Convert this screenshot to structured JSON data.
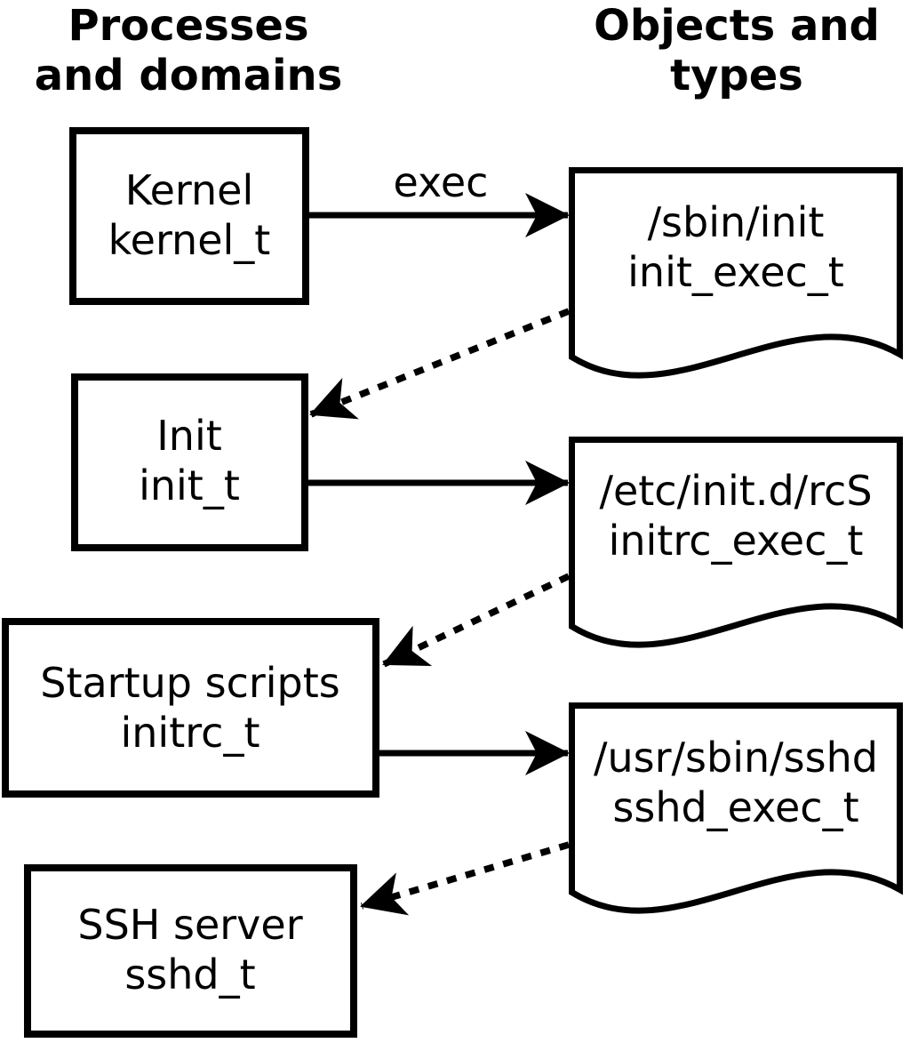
{
  "columns": {
    "left": {
      "heading_line1": "Processes",
      "heading_line2": "and domains"
    },
    "right": {
      "heading_line1": "Objects and",
      "heading_line2": "types"
    }
  },
  "processes": [
    {
      "label": "Kernel",
      "domain": "kernel_t"
    },
    {
      "label": "Init",
      "domain": "init_t"
    },
    {
      "label": "Startup scripts",
      "domain": "initrc_t"
    },
    {
      "label": "SSH server",
      "domain": "sshd_t"
    }
  ],
  "objects": [
    {
      "path": "/sbin/init",
      "type": "init_exec_t"
    },
    {
      "path": "/etc/init.d/rcS",
      "type": "initrc_exec_t"
    },
    {
      "path": "/usr/sbin/sshd",
      "type": "sshd_exec_t"
    }
  ],
  "edges": [
    {
      "from": "kernel_t",
      "to": "init_exec_t",
      "style": "solid",
      "label": "exec"
    },
    {
      "from": "init_exec_t",
      "to": "init_t",
      "style": "dotted",
      "label": ""
    },
    {
      "from": "init_t",
      "to": "initrc_exec_t",
      "style": "solid",
      "label": ""
    },
    {
      "from": "initrc_exec_t",
      "to": "initrc_t",
      "style": "dotted",
      "label": ""
    },
    {
      "from": "initrc_t",
      "to": "sshd_exec_t",
      "style": "solid",
      "label": ""
    },
    {
      "from": "sshd_exec_t",
      "to": "sshd_t",
      "style": "dotted",
      "label": ""
    }
  ],
  "colors": {
    "foreground": "#000000",
    "background": "#ffffff"
  }
}
